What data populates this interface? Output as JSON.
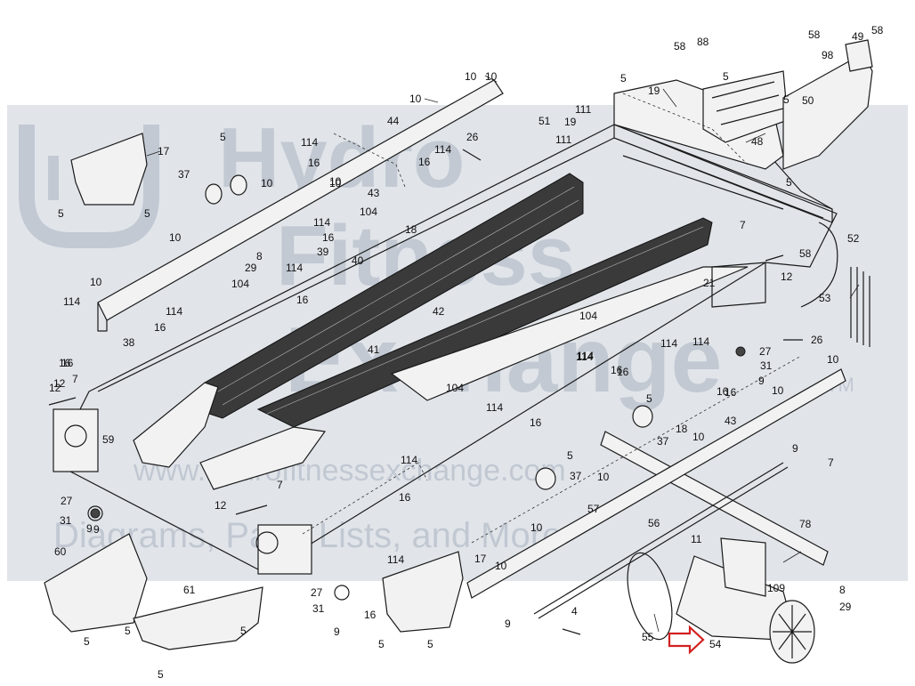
{
  "watermark": {
    "line1": "Hydro",
    "line2": "Fitness",
    "line3": "Exchange",
    "tm": "TM",
    "url": "www.hydrofitnessexchange.com",
    "footer": "Diagrams, Parts Lists, and More"
  },
  "highlight": {
    "part": "54",
    "arrow_color": "#d32020"
  },
  "callouts": [
    {
      "id": "c1",
      "text": "10"
    },
    {
      "id": "c2",
      "text": "10"
    },
    {
      "id": "c3",
      "text": "44"
    },
    {
      "id": "c4",
      "text": "5"
    },
    {
      "id": "c5",
      "text": "17"
    },
    {
      "id": "c6",
      "text": "37"
    },
    {
      "id": "c7",
      "text": "10"
    },
    {
      "id": "c8",
      "text": "5"
    },
    {
      "id": "c9",
      "text": "5"
    },
    {
      "id": "c10",
      "text": "114"
    },
    {
      "id": "c11",
      "text": "16"
    },
    {
      "id": "c12",
      "text": "10"
    },
    {
      "id": "c13",
      "text": "114"
    },
    {
      "id": "c14",
      "text": "16"
    },
    {
      "id": "c15",
      "text": "26"
    },
    {
      "id": "c16",
      "text": "51"
    },
    {
      "id": "c17",
      "text": "43"
    },
    {
      "id": "c18",
      "text": "104"
    },
    {
      "id": "c19",
      "text": "18"
    },
    {
      "id": "c20",
      "text": "10"
    },
    {
      "id": "c21",
      "text": "114"
    },
    {
      "id": "c22",
      "text": "16"
    },
    {
      "id": "c23",
      "text": "8"
    },
    {
      "id": "c24",
      "text": "29"
    },
    {
      "id": "c25",
      "text": "114"
    },
    {
      "id": "c26",
      "text": "39"
    },
    {
      "id": "c27",
      "text": "40"
    },
    {
      "id": "c28",
      "text": "104"
    },
    {
      "id": "c29",
      "text": "16"
    },
    {
      "id": "c30",
      "text": "10"
    },
    {
      "id": "c31",
      "text": "114"
    },
    {
      "id": "c32",
      "text": "114"
    },
    {
      "id": "c33",
      "text": "16"
    },
    {
      "id": "c34",
      "text": "38"
    },
    {
      "id": "c35",
      "text": "16"
    },
    {
      "id": "c36",
      "text": "7"
    },
    {
      "id": "c37",
      "text": "41"
    },
    {
      "id": "c38",
      "text": "42"
    },
    {
      "id": "c39",
      "text": "12"
    },
    {
      "id": "c40",
      "text": "59"
    },
    {
      "id": "c41",
      "text": "58"
    },
    {
      "id": "c42",
      "text": "88"
    },
    {
      "id": "c43",
      "text": "5"
    },
    {
      "id": "c44",
      "text": "5"
    },
    {
      "id": "c45",
      "text": "19"
    },
    {
      "id": "c46",
      "text": "111"
    },
    {
      "id": "c47",
      "text": "19"
    },
    {
      "id": "c48",
      "text": "111"
    },
    {
      "id": "c49",
      "text": "48"
    },
    {
      "id": "c50",
      "text": "58"
    },
    {
      "id": "c51",
      "text": "98"
    },
    {
      "id": "c52",
      "text": "49"
    },
    {
      "id": "c53",
      "text": "58"
    },
    {
      "id": "c54",
      "text": "50"
    },
    {
      "id": "c55",
      "text": "5"
    },
    {
      "id": "c56",
      "text": "5"
    },
    {
      "id": "c57",
      "text": "7"
    },
    {
      "id": "c58",
      "text": "52"
    },
    {
      "id": "c59",
      "text": "58"
    },
    {
      "id": "c60",
      "text": "12"
    },
    {
      "id": "c61",
      "text": "53"
    },
    {
      "id": "c62",
      "text": "21"
    },
    {
      "id": "c63",
      "text": "104"
    },
    {
      "id": "c64",
      "text": "26"
    },
    {
      "id": "c65",
      "text": "27"
    },
    {
      "id": "c66",
      "text": "114"
    },
    {
      "id": "c67",
      "text": "31"
    },
    {
      "id": "c68",
      "text": "9"
    },
    {
      "id": "c69",
      "text": "10"
    },
    {
      "id": "c70",
      "text": "114"
    },
    {
      "id": "c71",
      "text": "16"
    },
    {
      "id": "c72",
      "text": "16"
    },
    {
      "id": "c73",
      "text": "10"
    },
    {
      "id": "c74",
      "text": "104"
    },
    {
      "id": "c75",
      "text": "5"
    },
    {
      "id": "c76",
      "text": "43"
    },
    {
      "id": "c77",
      "text": "114"
    },
    {
      "id": "c78",
      "text": "16"
    },
    {
      "id": "c79",
      "text": "18"
    },
    {
      "id": "c80",
      "text": "10"
    },
    {
      "id": "c81",
      "text": "37"
    },
    {
      "id": "c82",
      "text": "5"
    },
    {
      "id": "c83",
      "text": "9"
    },
    {
      "id": "c84",
      "text": "37"
    },
    {
      "id": "c85",
      "text": "10"
    },
    {
      "id": "c86",
      "text": "7"
    },
    {
      "id": "c87",
      "text": "114"
    },
    {
      "id": "c88",
      "text": "16"
    },
    {
      "id": "c89",
      "text": "7"
    },
    {
      "id": "c90",
      "text": "12"
    },
    {
      "id": "c91",
      "text": "27"
    },
    {
      "id": "c92",
      "text": "31"
    },
    {
      "id": "c93",
      "text": "9"
    },
    {
      "id": "c94",
      "text": "60"
    },
    {
      "id": "c95",
      "text": "5"
    },
    {
      "id": "c96",
      "text": "5"
    },
    {
      "id": "c97",
      "text": "61"
    },
    {
      "id": "c98",
      "text": "5"
    },
    {
      "id": "c99",
      "text": "5"
    },
    {
      "id": "c100",
      "text": "114"
    },
    {
      "id": "c101",
      "text": "17"
    },
    {
      "id": "c102",
      "text": "10"
    },
    {
      "id": "c103",
      "text": "27"
    },
    {
      "id": "c104",
      "text": "31"
    },
    {
      "id": "c105",
      "text": "16"
    },
    {
      "id": "c106",
      "text": "9"
    },
    {
      "id": "c107",
      "text": "5"
    },
    {
      "id": "c108",
      "text": "5"
    },
    {
      "id": "c109",
      "text": "57"
    },
    {
      "id": "c110",
      "text": "10"
    },
    {
      "id": "c111",
      "text": "56"
    },
    {
      "id": "c112",
      "text": "9"
    },
    {
      "id": "c113",
      "text": "4"
    },
    {
      "id": "c114",
      "text": "11"
    },
    {
      "id": "c115",
      "text": "78"
    },
    {
      "id": "c116",
      "text": "109"
    },
    {
      "id": "c117",
      "text": "8"
    },
    {
      "id": "c118",
      "text": "29"
    },
    {
      "id": "c119",
      "text": "55"
    },
    {
      "id": "c120",
      "text": "54"
    },
    {
      "id": "c121",
      "text": "9"
    },
    {
      "id": "c122",
      "text": "10"
    },
    {
      "id": "c123",
      "text": "12"
    },
    {
      "id": "c124",
      "text": "16"
    },
    {
      "id": "c125",
      "text": "114"
    },
    {
      "id": "c126",
      "text": "16"
    },
    {
      "id": "c127",
      "text": "114"
    },
    {
      "id": "c128",
      "text": "16"
    },
    {
      "id": "c129",
      "text": "10"
    }
  ]
}
